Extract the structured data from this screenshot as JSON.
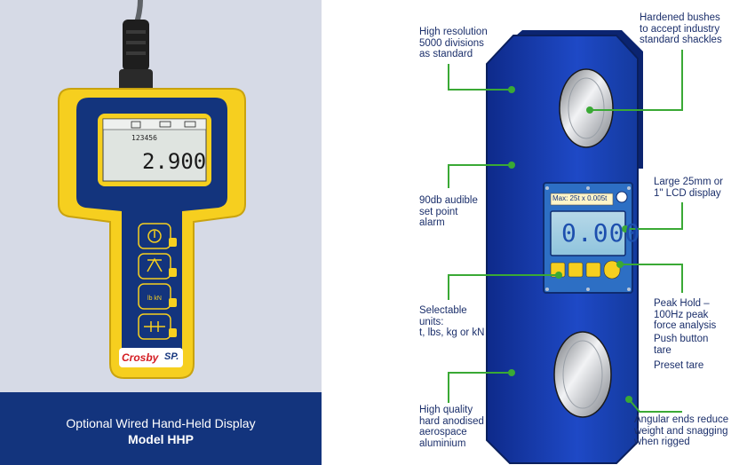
{
  "handheld": {
    "screen_small": "123456",
    "screen_value": "2.900",
    "brand_crosby": "Crosby",
    "brand_sp": "SP.",
    "caption_line1": "Optional Wired Hand-Held Display",
    "caption_line2": "Model HHP"
  },
  "loadcell": {
    "lcd_header": "Max: 25t x 0.005t",
    "lcd_value": "0.000"
  },
  "callouts": {
    "resolution": [
      "High resolution",
      "5000 divisions",
      "as standard"
    ],
    "bushes": [
      "Hardened bushes",
      "to accept industry",
      "standard shackles"
    ],
    "alarm": [
      "90db audible",
      "set point",
      "alarm"
    ],
    "lcd": [
      "Large 25mm or",
      "1\" LCD display"
    ],
    "units": [
      "Selectable",
      "units:",
      "t, lbs, kg or kN"
    ],
    "peak": [
      "Peak Hold –",
      "100Hz peak",
      "force analysis"
    ],
    "tare": [
      "Push button",
      "tare"
    ],
    "preset": [
      "Preset tare"
    ],
    "aluminium": [
      "High quality",
      "hard anodised",
      "aerospace",
      "aluminium"
    ],
    "ends": [
      "Angular ends reduce",
      "weight and snagging",
      "when rigged"
    ]
  },
  "colors": {
    "navy": "#13347d",
    "callout_green": "#3aa935",
    "yellow": "#f6cf1f",
    "lcd": "#d9e3e6"
  }
}
